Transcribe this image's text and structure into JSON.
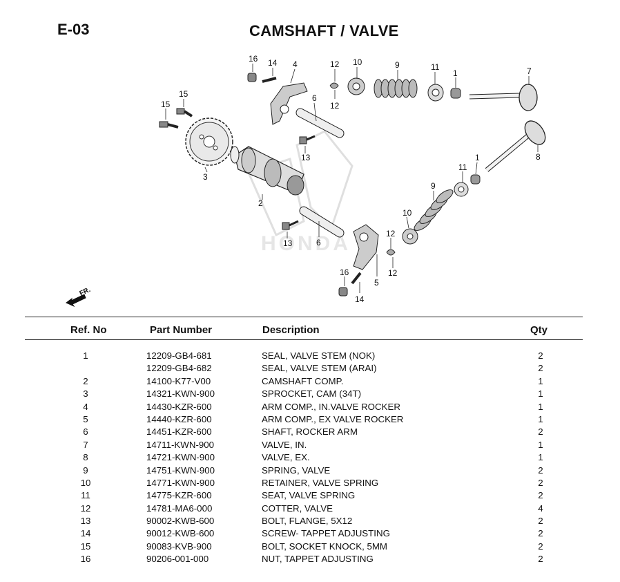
{
  "header": {
    "code": "E-03",
    "title": "CAMSHAFT / VALVE"
  },
  "diagram": {
    "watermark": "HONDA",
    "front_marker": "FR.",
    "callouts": [
      {
        "id": "c16a",
        "label": "16"
      },
      {
        "id": "c14a",
        "label": "14"
      },
      {
        "id": "c4",
        "label": "4"
      },
      {
        "id": "c12a",
        "label": "12"
      },
      {
        "id": "c12b",
        "label": "12"
      },
      {
        "id": "c10a",
        "label": "10"
      },
      {
        "id": "c9a",
        "label": "9"
      },
      {
        "id": "c11a",
        "label": "11"
      },
      {
        "id": "c1a",
        "label": "1"
      },
      {
        "id": "c7",
        "label": "7"
      },
      {
        "id": "c15a",
        "label": "15"
      },
      {
        "id": "c15b",
        "label": "15"
      },
      {
        "id": "c6a",
        "label": "6"
      },
      {
        "id": "c13a",
        "label": "13"
      },
      {
        "id": "c3",
        "label": "3"
      },
      {
        "id": "c2",
        "label": "2"
      },
      {
        "id": "c8",
        "label": "8"
      },
      {
        "id": "c1b",
        "label": "1"
      },
      {
        "id": "c11b",
        "label": "11"
      },
      {
        "id": "c9b",
        "label": "9"
      },
      {
        "id": "c10b",
        "label": "10"
      },
      {
        "id": "c13b",
        "label": "13"
      },
      {
        "id": "c6b",
        "label": "6"
      },
      {
        "id": "c12c",
        "label": "12"
      },
      {
        "id": "c12d",
        "label": "12"
      },
      {
        "id": "c5",
        "label": "5"
      },
      {
        "id": "c16b",
        "label": "16"
      },
      {
        "id": "c14b",
        "label": "14"
      }
    ]
  },
  "table": {
    "headers": {
      "ref": "Ref. No",
      "part": "Part Number",
      "desc": "Description",
      "qty": "Qty"
    },
    "rows": [
      {
        "ref": "1",
        "part": "12209-GB4-681",
        "desc": "SEAL, VALVE STEM (NOK)",
        "qty": "2"
      },
      {
        "ref": "",
        "part": "12209-GB4-682",
        "desc": "SEAL, VALVE STEM (ARAI)",
        "qty": "2"
      },
      {
        "ref": "2",
        "part": "14100-K77-V00",
        "desc": "CAMSHAFT COMP.",
        "qty": "1"
      },
      {
        "ref": "3",
        "part": "14321-KWN-900",
        "desc": "SPROCKET, CAM (34T)",
        "qty": "1"
      },
      {
        "ref": "4",
        "part": "14430-KZR-600",
        "desc": "ARM COMP., IN.VALVE ROCKER",
        "qty": "1"
      },
      {
        "ref": "5",
        "part": "14440-KZR-600",
        "desc": "ARM COMP., EX VALVE ROCKER",
        "qty": "1"
      },
      {
        "ref": "6",
        "part": "14451-KZR-600",
        "desc": "SHAFT, ROCKER ARM",
        "qty": "2"
      },
      {
        "ref": "7",
        "part": "14711-KWN-900",
        "desc": "VALVE, IN.",
        "qty": "1"
      },
      {
        "ref": "8",
        "part": "14721-KWN-900",
        "desc": "VALVE, EX.",
        "qty": "1"
      },
      {
        "ref": "9",
        "part": "14751-KWN-900",
        "desc": "SPRING, VALVE",
        "qty": "2"
      },
      {
        "ref": "10",
        "part": "14771-KWN-900",
        "desc": "RETAINER, VALVE SPRING",
        "qty": "2"
      },
      {
        "ref": "11",
        "part": "14775-KZR-600",
        "desc": "SEAT, VALVE SPRING",
        "qty": "2"
      },
      {
        "ref": "12",
        "part": "14781-MA6-000",
        "desc": "COTTER, VALVE",
        "qty": "4"
      },
      {
        "ref": "13",
        "part": "90002-KWB-600",
        "desc": "BOLT, FLANGE, 5X12",
        "qty": "2"
      },
      {
        "ref": "14",
        "part": "90012-KWB-600",
        "desc": "SCREW- TAPPET ADJUSTING",
        "qty": "2"
      },
      {
        "ref": "15",
        "part": "90083-KVB-900",
        "desc": "BOLT, SOCKET KNOCK, 5MM",
        "qty": "2"
      },
      {
        "ref": "16",
        "part": "90206-001-000",
        "desc": "NUT, TAPPET ADJUSTING",
        "qty": "2"
      }
    ]
  }
}
